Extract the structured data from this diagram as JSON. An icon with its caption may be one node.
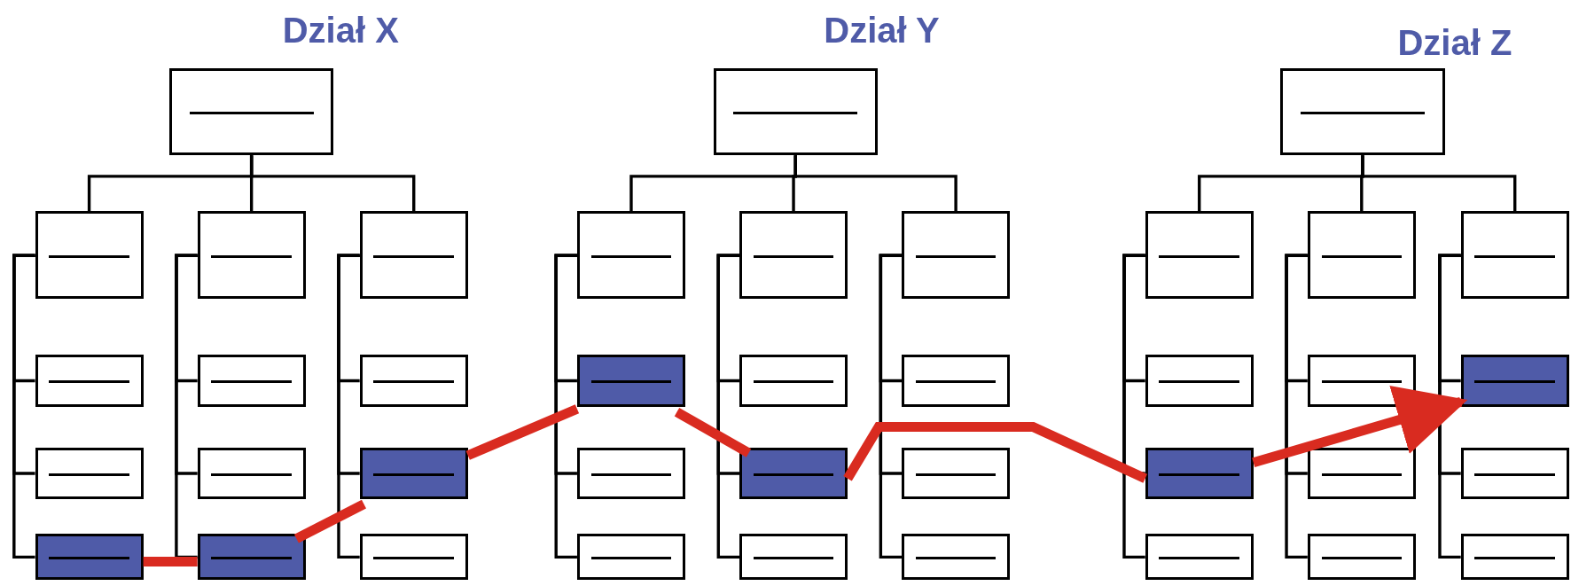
{
  "diagram": {
    "nodes": [
      {
        "text": [],
        "shape": "box"
      },
      {
        "text": [],
        "shape": "box"
      },
      {
        "text": [],
        "shape": "box"
      },
      {
        "text": [],
        "shape": "box"
      },
      {
        "text": [],
        "shape": "box"
      },
      {
        "text": [],
        "shape": "box"
      },
      {
        "text": [],
        "shape": "box"
      },
      {
        "text": [],
        "shape": "box"
      },
      {
        "text": [],
        "shape": "box"
      },
      {
        "text": [],
        "shape": "box"
      },
      {
        "text": [],
        "shape": "box"
      },
      {
        "text": [],
        "shape": "box"
      },
      {
        "text": [],
        "shape": "box"
      },
      {
        "text": [],
        "shape": "box"
      },
      {
        "text": [],
        "shape": "box"
      },
      {
        "text": [],
        "shape": "box"
      },
      {
        "text": [],
        "shape": "box"
      },
      {
        "text": [],
        "shape": "box"
      },
      {
        "text": [],
        "shape": "box"
      },
      {
        "text": [],
        "shape": "box"
      },
      {
        "text": [],
        "shape": "box"
      },
      {
        "text": [],
        "shape": "box"
      },
      {
        "text": [],
        "shape": "box"
      },
      {
        "text": [],
        "shape": "box"
      },
      {
        "text": [],
        "shape": "box"
      },
      {
        "text": [],
        "shape": "box"
      },
      {
        "text": [],
        "shape": "box"
      },
      {
        "text": [],
        "shape": "box"
      },
      {
        "text": [],
        "shape": "box"
      },
      {
        "text": [],
        "shape": "box"
      },
      {
        "text": [],
        "shape": "box"
      },
      {
        "text": [],
        "shape": "box"
      },
      {
        "text": [],
        "shape": "box"
      },
      {
        "text": [],
        "shape": "box"
      },
      {
        "text": [],
        "shape": "box"
      },
      {
        "text": [],
        "shape": "box"
      },
      {
        "text": [],
        "shape": "box"
      },
      {
        "text": [],
        "shape": "box"
      },
      {
        "text": [],
        "shape": "box"
      }
    ],
    "edges": [
      {
        "from": 0,
        "to": 1,
        "arrow": "none"
      },
      {
        "from": 0,
        "to": 2,
        "arrow": "none"
      },
      {
        "from": 0,
        "to": 3,
        "arrow": "none"
      },
      {
        "from": 1,
        "to": 4,
        "arrow": "none"
      },
      {
        "from": 1,
        "to": 5,
        "arrow": "none"
      },
      {
        "from": 1,
        "to": 6,
        "arrow": "none"
      },
      {
        "from": 2,
        "to": 7,
        "arrow": "none"
      },
      {
        "from": 2,
        "to": 8,
        "arrow": "none"
      },
      {
        "from": 2,
        "to": 9,
        "arrow": "none"
      },
      {
        "from": 3,
        "to": 10,
        "arrow": "none"
      },
      {
        "from": 3,
        "to": 11,
        "arrow": "none"
      },
      {
        "from": 3,
        "to": 12,
        "arrow": "none"
      },
      {
        "from": 13,
        "to": 14,
        "arrow": "none"
      },
      {
        "from": 13,
        "to": 15,
        "arrow": "none"
      },
      {
        "from": 13,
        "to": 16,
        "arrow": "none"
      },
      {
        "from": 14,
        "to": 17,
        "arrow": "none"
      },
      {
        "from": 14,
        "to": 18,
        "arrow": "none"
      },
      {
        "from": 14,
        "to": 19,
        "arrow": "none"
      },
      {
        "from": 15,
        "to": 20,
        "arrow": "none"
      },
      {
        "from": 15,
        "to": 21,
        "arrow": "none"
      },
      {
        "from": 15,
        "to": 22,
        "arrow": "none"
      },
      {
        "from": 16,
        "to": 23,
        "arrow": "none"
      },
      {
        "from": 16,
        "to": 24,
        "arrow": "none"
      },
      {
        "from": 16,
        "to": 25,
        "arrow": "none"
      },
      {
        "from": 26,
        "to": 27,
        "arrow": "none"
      },
      {
        "from": 26,
        "to": 28,
        "arrow": "none"
      },
      {
        "from": 26,
        "to": 29,
        "arrow": "none"
      },
      {
        "from": 27,
        "to": 30,
        "arrow": "none"
      },
      {
        "from": 27,
        "to": 31,
        "arrow": "none"
      },
      {
        "from": 27,
        "to": 32,
        "arrow": "none"
      },
      {
        "from": 28,
        "to": 33,
        "arrow": "none"
      },
      {
        "from": 28,
        "to": 34,
        "arrow": "none"
      },
      {
        "from": 28,
        "to": 35,
        "arrow": "none"
      },
      {
        "from": 29,
        "to": 36,
        "arrow": "none"
      },
      {
        "from": 29,
        "to": 37,
        "arrow": "none"
      },
      {
        "from": 29,
        "to": 38,
        "arrow": "none"
      },
      {
        "from": 6,
        "to": 9,
        "arrow": "none",
        "style": "thick",
        "color": "#d92b20"
      },
      {
        "from": 9,
        "to": 11,
        "arrow": "none",
        "style": "thick",
        "color": "#d92b20"
      },
      {
        "from": 11,
        "to": 17,
        "arrow": "none",
        "style": "thick",
        "color": "#d92b20"
      },
      {
        "from": 17,
        "to": 21,
        "arrow": "none",
        "style": "thick",
        "color": "#d92b20"
      },
      {
        "from": 21,
        "to": 31,
        "arrow": "none",
        "style": "thick",
        "color": "#d92b20"
      },
      {
        "from": 31,
        "to": 36,
        "arrow": "to",
        "style": "thick",
        "color": "#d92b20"
      }
    ],
    "labels": [
      "Dział X",
      "Dział Y",
      "Dział Z"
    ]
  }
}
